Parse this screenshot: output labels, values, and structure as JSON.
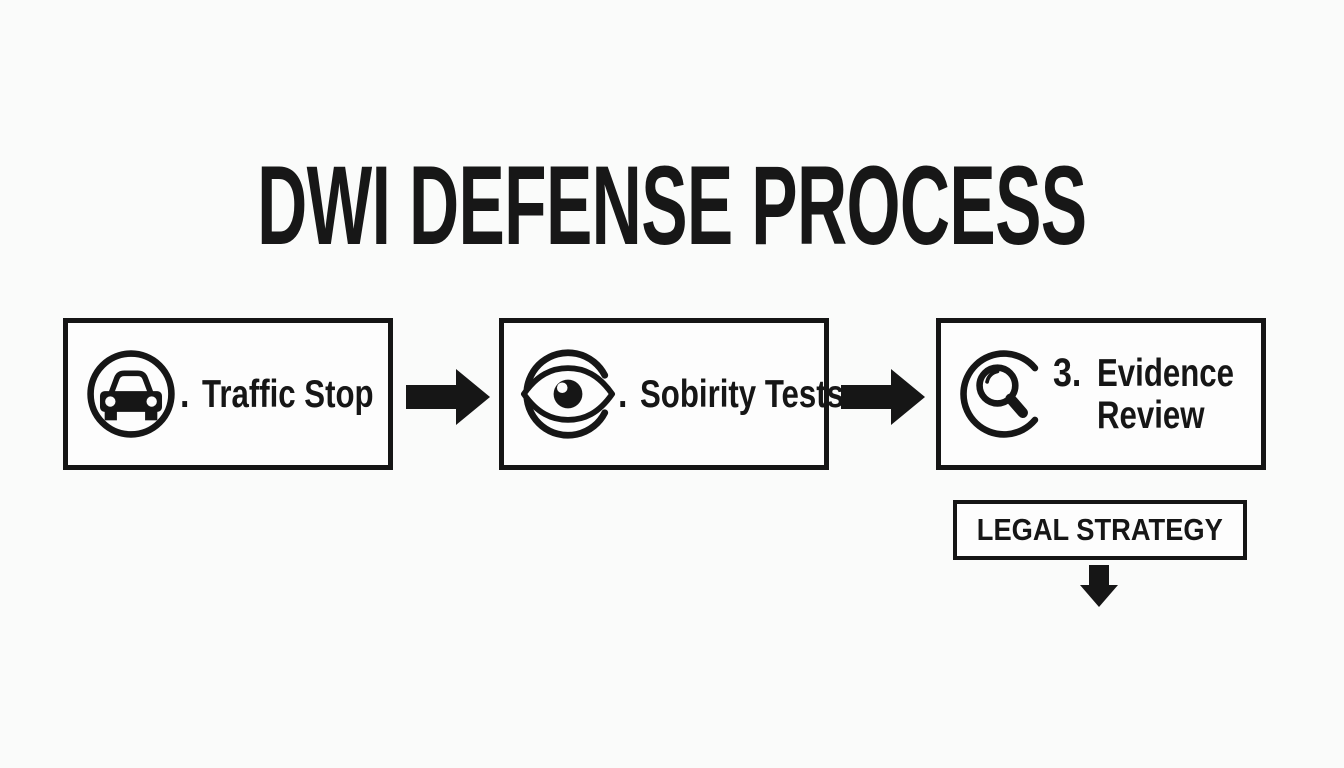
{
  "title": "DWI DEFENSE PROCESS",
  "colors": {
    "ink": "#161616",
    "background": "#fafbfa",
    "box_fill": "#fdfdfd"
  },
  "steps": [
    {
      "number": ".",
      "label": "Traffic Stop",
      "icon": "car-icon"
    },
    {
      "number": ".",
      "label": "Sobirity Tests",
      "icon": "eye-icon"
    },
    {
      "number": "3.",
      "label": "Evidence Review",
      "icon": "magnifying-glass-icon"
    }
  ],
  "outcome": {
    "label": "LEGAL STRATEGY"
  }
}
